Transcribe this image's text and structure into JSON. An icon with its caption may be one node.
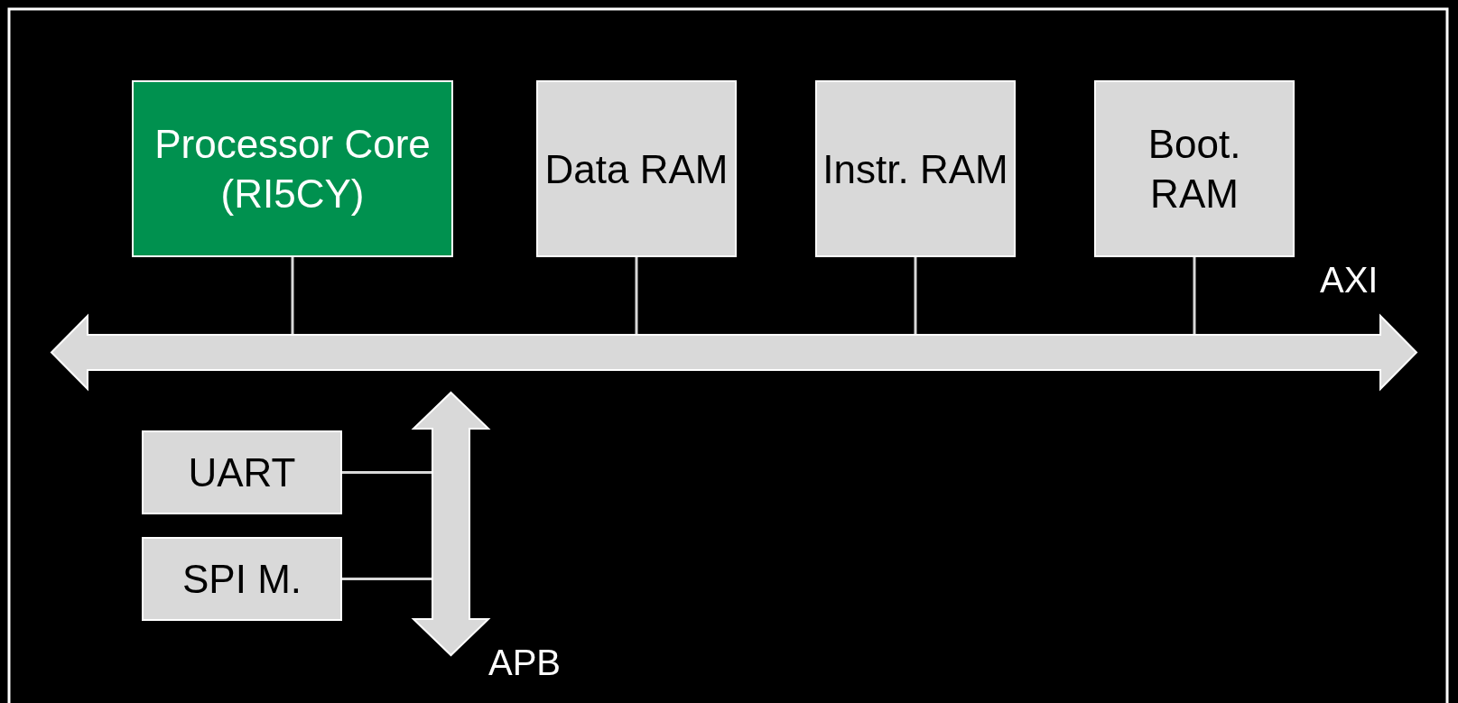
{
  "diagram": {
    "nodes": [
      {
        "text": [
          "Processor Core (RI5CY)"
        ]
      },
      {
        "text": [
          "Data RAM"
        ]
      },
      {
        "text": [
          "Instr. RAM"
        ]
      },
      {
        "text": [
          "Boot. RAM"
        ]
      },
      {
        "text": [],
        "shape": "bar",
        "beside": [
          "AXI"
        ]
      },
      {
        "text": [
          "UART"
        ]
      },
      {
        "text": [
          "SPI M."
        ]
      },
      {
        "text": [],
        "shape": "bar",
        "beside": [
          "APB"
        ]
      }
    ],
    "edges": [
      {
        "from": 0,
        "to": 4,
        "arrow": "none"
      },
      {
        "from": 1,
        "to": 4,
        "arrow": "none"
      },
      {
        "from": 2,
        "to": 4,
        "arrow": "none"
      },
      {
        "from": 3,
        "to": 4,
        "arrow": "none"
      },
      {
        "from": 5,
        "to": 7,
        "arrow": "none"
      },
      {
        "from": 6,
        "to": 7,
        "arrow": "none"
      }
    ]
  }
}
